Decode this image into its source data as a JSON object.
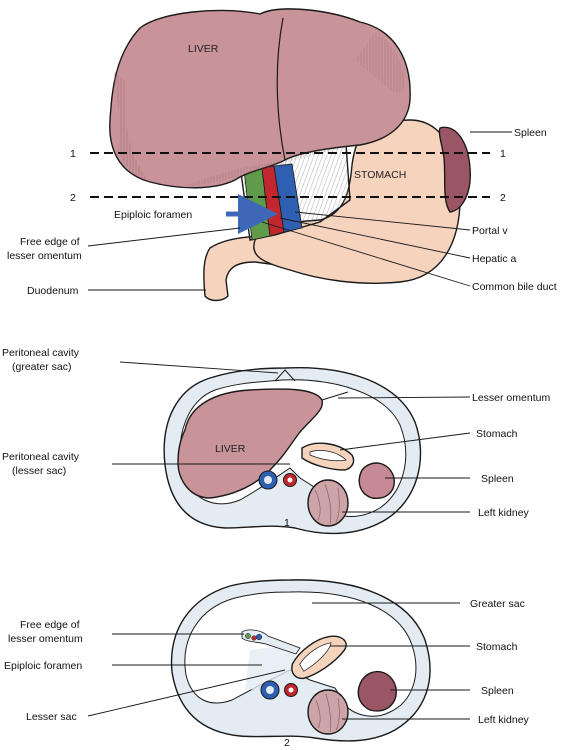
{
  "colors": {
    "liver": "#c9939a",
    "liver_hatch": "#8f5e66",
    "stomach": "#f6d3bd",
    "spleen": "#9b5666",
    "spleen_cross": "#c58a93",
    "cavity": "#e3ecf3",
    "portal": "#2f5fb0",
    "hepatic": "#c1272d",
    "bile": "#5f9b4a",
    "kidney": "#cda4a8",
    "arrow": "#3f67b8"
  },
  "top": {
    "liver": "LIVER",
    "stomach": "STOMACH",
    "line1_left": "1",
    "line1_right": "1",
    "line2_left": "2",
    "line2_right": "2",
    "spleen": "Spleen",
    "epiploic": "Epiploic foramen",
    "free_edge_1": "Free edge of",
    "free_edge_2": "lesser omentum",
    "duodenum": "Duodenum",
    "portal": "Portal v",
    "hepatic": "Hepatic a",
    "bile": "Common bile duct"
  },
  "mid": {
    "peritoneal_g1": "Peritoneal cavity",
    "peritoneal_g2": "(greater sac)",
    "peritoneal_l1": "Peritoneal cavity",
    "peritoneal_l2": "(lesser sac)",
    "liver": "LIVER",
    "lesser_omentum": "Lesser omentum",
    "stomach": "Stomach",
    "spleen": "Spleen",
    "left_kidney": "Left kidney",
    "section": "1"
  },
  "bottom": {
    "free_edge_1": "Free edge of",
    "free_edge_2": "lesser omentum",
    "epiploic": "Epiploic foramen",
    "lesser_sac": "Lesser sac",
    "greater_sac": "Greater sac",
    "stomach": "Stomach",
    "spleen": "Spleen",
    "left_kidney": "Left kidney",
    "section": "2"
  }
}
